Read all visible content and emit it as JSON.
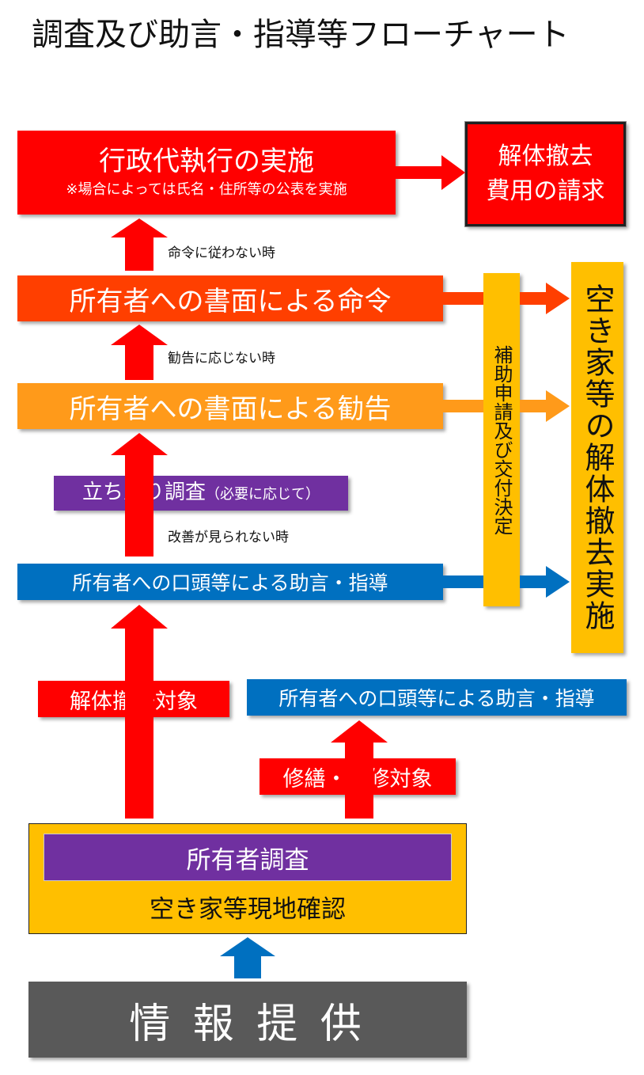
{
  "title": "調査及び助言・指導等フローチャート",
  "boxes": {
    "admin_execution": {
      "main": "行政代執行の実施",
      "sub": "※場合によっては氏名・住所等の公表を実施"
    },
    "cost_claim": {
      "line1": "解体撤去",
      "line2": "費用の請求"
    },
    "order": "所有者への書面による命令",
    "recommendation": "所有者への書面による勧告",
    "inspection": {
      "main": "立ち入り調査",
      "sub": "（必要に応じて）"
    },
    "oral_guidance": "所有者への口頭等による助言・指導",
    "subsidy": "補助申請及び交付決定",
    "demolition_done": "空き家等の解体撤去実施",
    "demolition_target": "解体撤去対象",
    "oral_guidance_repair": "所有者への口頭等による助言・指導",
    "repair_target": "修繕・補修対象",
    "owner_survey": "所有者調査",
    "site_check": "空き家等現地確認",
    "info": "情 報 提 供"
  },
  "conditions": {
    "order_not_followed": "命令に従わない時",
    "recommendation_not_followed": "勧告に応じない時",
    "no_improvement": "改善が見られない時"
  },
  "colors": {
    "red": "#ff0000",
    "orangered": "#ff3f00",
    "orange": "#ff9a1a",
    "purple": "#7030a0",
    "blue": "#0070c0",
    "gold": "#ffbf00",
    "dark": "#595959"
  }
}
